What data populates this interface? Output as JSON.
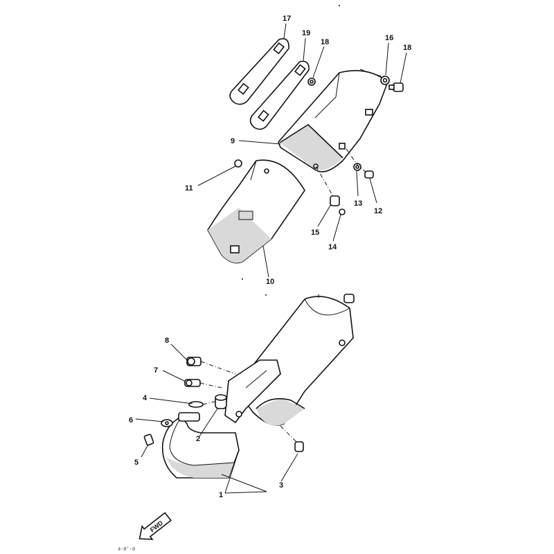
{
  "callouts": {
    "p1": "1",
    "p2": "2",
    "p3": "3",
    "p4": "4",
    "p5": "5",
    "p6": "6",
    "p7": "7",
    "p8": "8",
    "p9": "9",
    "p10": "10",
    "p11": "11",
    "p12": "12",
    "p13": "13",
    "p14": "14",
    "p15": "15",
    "p16": "16",
    "p17": "17",
    "p18a": "18",
    "p18b": "18",
    "p19": "19"
  },
  "fwd_label": "FWD",
  "footer_code": "4-8'-0"
}
